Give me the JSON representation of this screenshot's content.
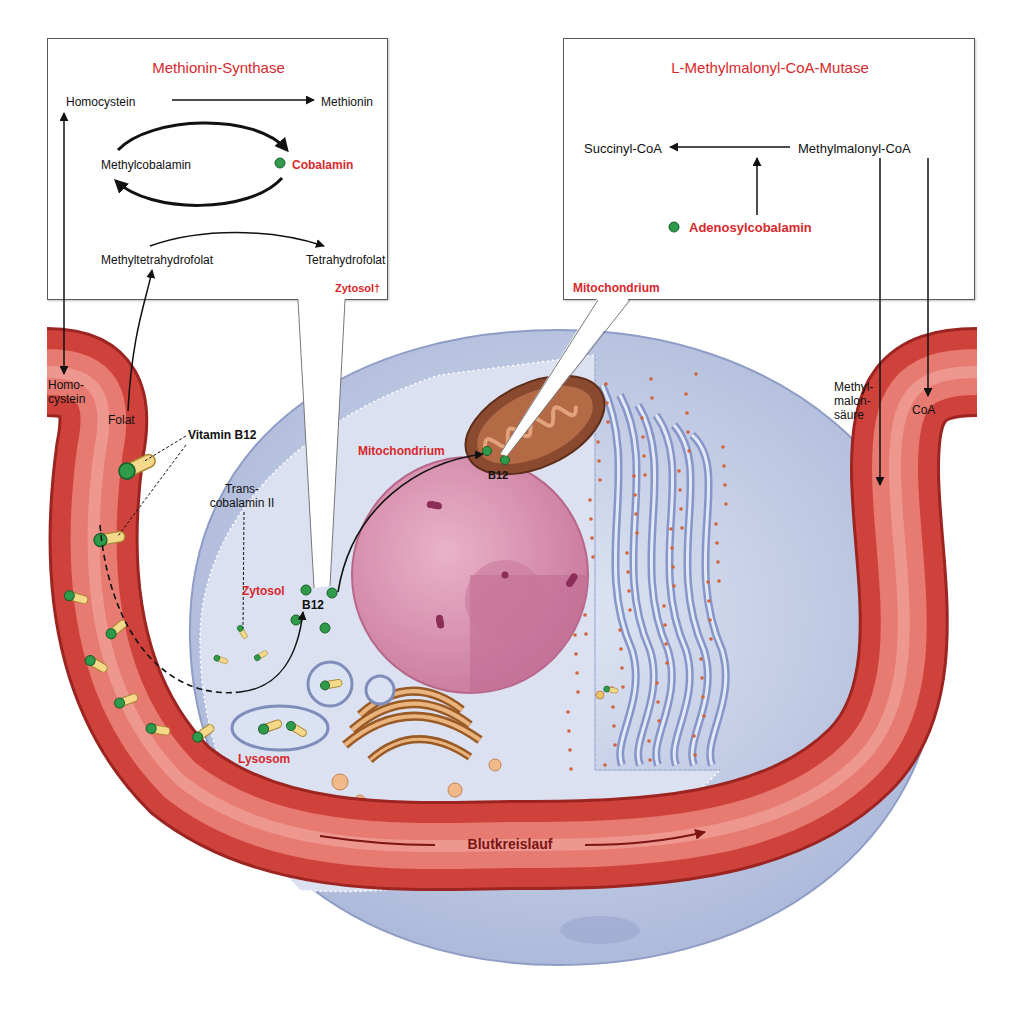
{
  "diagram": {
    "nodes": [
      {
        "text": [
          "Methionin-Synthase",
          "Homocystein",
          "Methionin",
          "Methylcobalamin",
          "Cobalamin",
          "Methyltetrahydrofolat",
          "Tetrahydrofolat",
          "Zytosol†"
        ]
      },
      {
        "text": [
          "L-Methylmalonyl-CoA-Mutase",
          "Succinyl-CoA",
          "Methylmalonyl-CoA",
          "Adenosylcobalamin",
          "Mitochondrium"
        ]
      }
    ],
    "labels": [
      "Homo- cystein",
      "Folat",
      "Vitamin B12",
      "Mitochondrium",
      "B12",
      "CoA",
      "Methyl- malon- säure",
      "Trans- cobalamin II",
      "Zytosol",
      "B12",
      "Lysosom",
      "Blutkreislauf"
    ]
  }
}
